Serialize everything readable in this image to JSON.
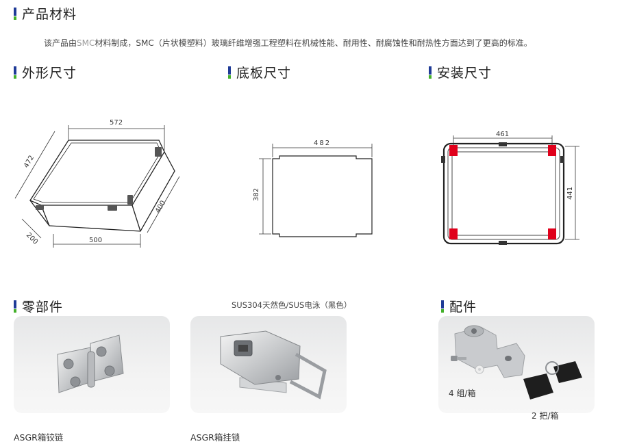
{
  "sections": {
    "material": {
      "title": "产品材料"
    },
    "outline": {
      "title": "外形尺寸"
    },
    "bottom": {
      "title": "底板尺寸"
    },
    "mount": {
      "title": "安装尺寸"
    },
    "parts": {
      "title": "零部件"
    },
    "accessories": {
      "title": "配件"
    }
  },
  "material_desc": {
    "part1": "该产品由",
    "part2": "SMC",
    "part3": "材料制成，SMC（片状模塑料）玻璃纤维增强工程塑料在机械性能、耐用性、耐腐蚀性和耐热性方面达到了更高的标准。"
  },
  "outline_dims": {
    "top": "572",
    "left": "472",
    "right": "400",
    "depth": "200",
    "bottom": "500"
  },
  "bottom_dims": {
    "width": "482",
    "height": "382"
  },
  "mount_dims": {
    "width": "461",
    "height": "441"
  },
  "parts": {
    "hinge_caption": "ASGR箱铰链",
    "lock_caption": "ASGR箱挂锁",
    "material_note": "SUS304天然色/SUS电泳（黑色）"
  },
  "accessories": {
    "bracket_qty": "4 组/箱",
    "key_qty": "2 把/箱"
  },
  "colors": {
    "brand_blue": "#1f3b97",
    "brand_green": "#43b02a",
    "mount_red": "#e0001b"
  }
}
